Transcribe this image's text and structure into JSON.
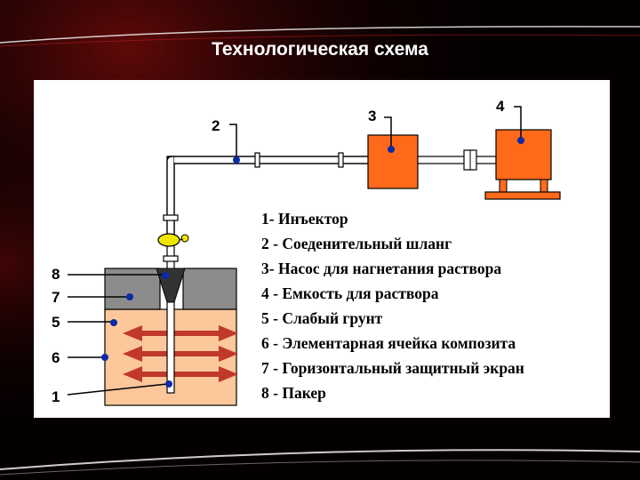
{
  "slide": {
    "title": "Технологическая схема"
  },
  "diagram": {
    "callouts": [
      "1",
      "2",
      "3",
      "4",
      "5",
      "6",
      "7",
      "8"
    ],
    "legend": [
      "1- Инъектор",
      "2 - Соеденительный шланг",
      "3- Насос для нагнетания раствора",
      "4 - Емкость для раствора",
      "5 - Слабый грунт",
      "6 - Элементарная ячейка композита",
      "7 - Горизонтальный защитный экран",
      "8 - Пакер"
    ],
    "colors": {
      "pump": "#ff6a1a",
      "tank": "#ff6a1a",
      "soil": "#fcc79a",
      "screen": "#8c8c8c",
      "arrows": "#c0392b",
      "dots": "#0a2aa8",
      "valve": "#f2e600"
    }
  }
}
